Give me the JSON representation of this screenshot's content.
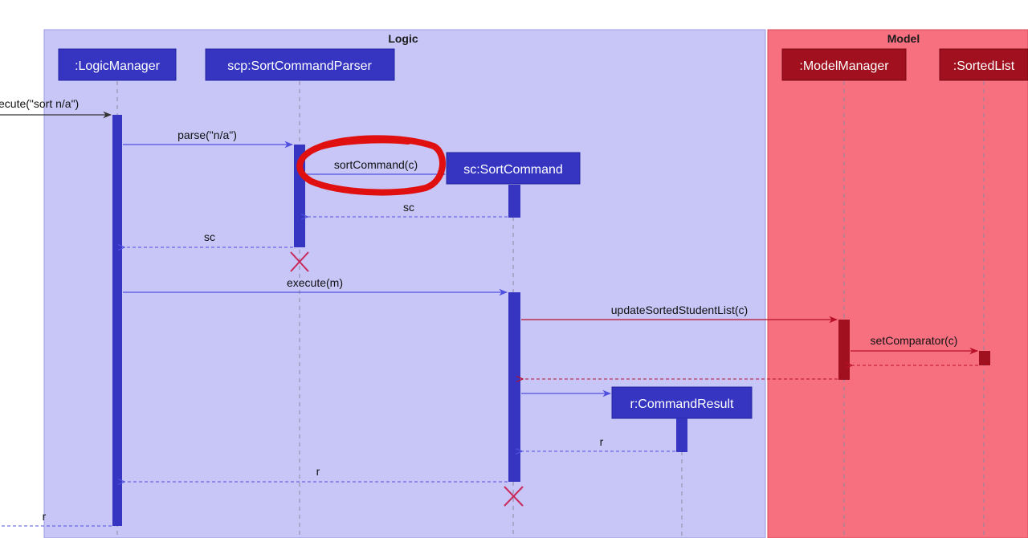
{
  "colors": {
    "logic_fill": "#c8c6f7",
    "model_fill": "#f77080",
    "logic_box": "#3535c2",
    "model_box": "#a0101e",
    "logic_arrow": "#5050e0",
    "model_arrow": "#b81028",
    "destroy": "#c8285a",
    "highlight": "#e01010"
  },
  "frames": {
    "logic": "Logic",
    "model": "Model"
  },
  "participants": {
    "logic_manager": ":LogicManager",
    "parser": "scp:SortCommandParser",
    "sort_command": "sc:SortCommand",
    "command_result": "r:CommandResult",
    "model_manager": ":ModelManager",
    "sorted_list": ":SortedList"
  },
  "messages": {
    "execute_sort": "ecute(\"sort n/a\")",
    "parse": "parse(\"n/a\")",
    "sort_command": "sortCommand(c)",
    "return_sc_1": "sc",
    "return_sc_2": "sc",
    "execute_m": "execute(m)",
    "update_sorted": "updateSortedStudentList(c)",
    "set_comparator": "setComparator(c)",
    "return_r_1": "r",
    "return_r_2": "r",
    "return_r_3": "r"
  }
}
